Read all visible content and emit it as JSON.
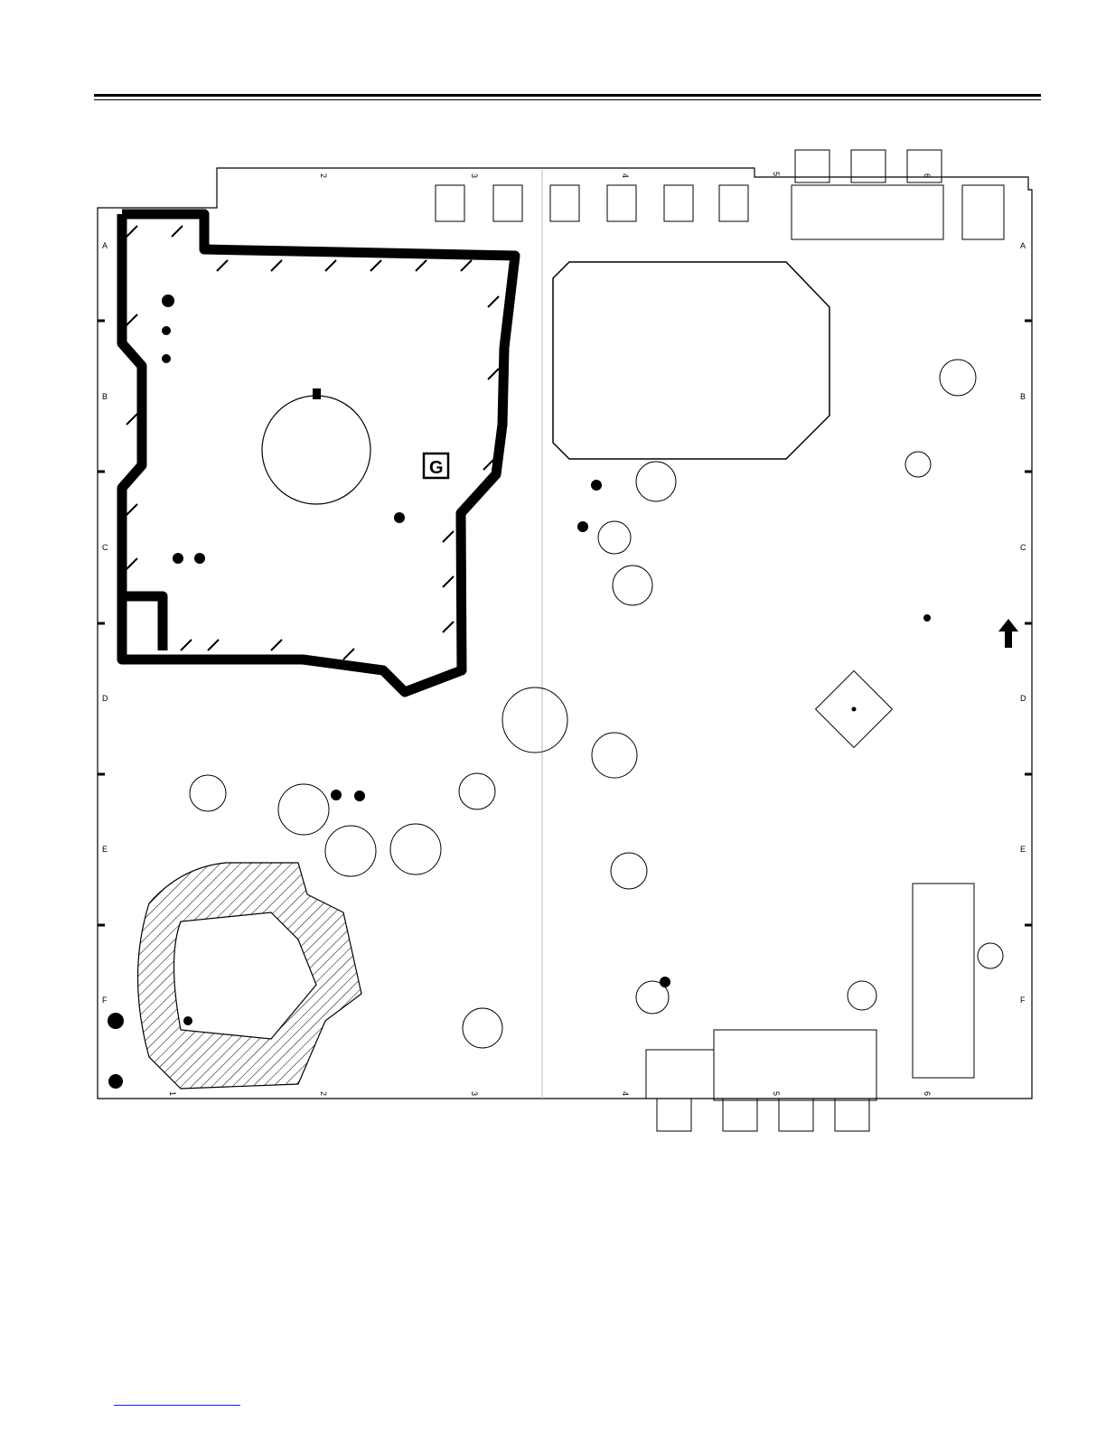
{
  "rows": [
    "A",
    "B",
    "C",
    "D",
    "E",
    "F"
  ],
  "columns": [
    "2",
    "3",
    "4",
    "5",
    "6"
  ],
  "bottom_columns": [
    "1",
    "2",
    "3",
    "4",
    "5",
    "6"
  ],
  "board_marker": "G"
}
